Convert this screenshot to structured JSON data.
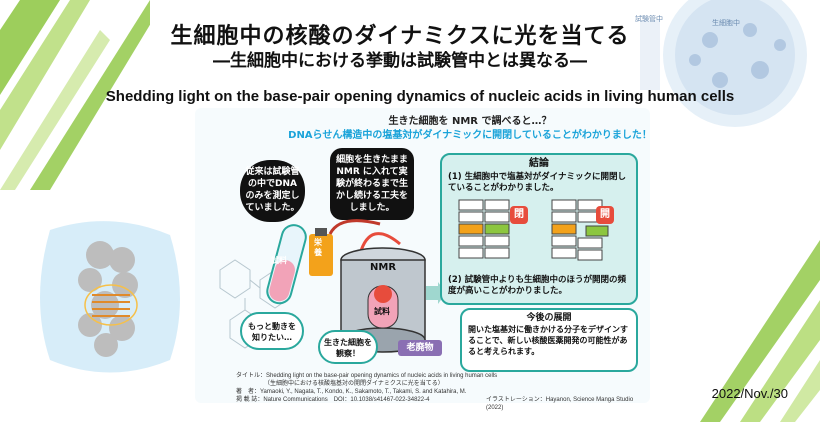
{
  "title": {
    "main": "生細胞中の核酸のダイナミクスに光を当てる",
    "sub": "―生細胞中における挙動は試験管中とは異なる―",
    "english": "Shedding light on the base-pair opening dynamics of nucleic acids in living human cells"
  },
  "illustration": {
    "lead_line1": "生きた細胞を NMR で調べると…？",
    "lead_line2": "DNAらせん構造中の塩基対がダイナミックに開閉していることがわかりました！",
    "bubble_testtube": "従来は試験管の中でDNAのみを測定していました。",
    "bubble_livecell": "細胞を生きたままNMR に入れて実験が終わるまで生かし続ける工夫をしました。",
    "bubble_more_motion": "もっと動きを知りたい…",
    "bubble_observe": "生きた細胞を観察！",
    "label_testtube": "試料",
    "label_nutrient": "栄養",
    "label_nmr": "NMR",
    "label_sample": "試料",
    "label_waste": "老廃物",
    "label_intube": "試験管中",
    "label_incell": "生細胞中",
    "conclusion_title": "結論",
    "conclusion_1": "(1) 生細胞中で塩基対がダイナミックに開閉していることがわかりました。",
    "conclusion_2": "(2) 試験管中よりも生細胞中のほうが開閉の頻度が高いことがわかりました。",
    "open_label_1": "閉",
    "open_label_2": "開",
    "future_title": "今後の展開",
    "future_text": "開いた塩基対に働きかける分子をデザインすることで、新しい核酸医薬開発の可能性があると考えられます。",
    "credit_title": "タイトル：Shedding light on the base-pair opening dynamics of nucleic acids in living human cells",
    "credit_title_ja": "（生細胞中における核酸塩基対の開閉ダイナミクスに光を当てる）",
    "credit_authors": "著　者：Yamaoki, Y., Nagata, T., Kondo, K., Sakamoto, T., Takami, S. and Katahira, M.",
    "credit_journal": "掲 載 誌：Nature Communications　DOI：10.1038/s41467-022-34822-4",
    "credit_illustration": "イラストレーション：Hayanon, Science Manga Studio (2022)"
  },
  "date": "2022/Nov./30",
  "colors": {
    "accent_green": "#8cc63f",
    "teal": "#2aa89d",
    "highlight_blue": "#1aa3d9",
    "nutrient_orange": "#f3a21b",
    "waste_purple": "#8a6fb3"
  }
}
